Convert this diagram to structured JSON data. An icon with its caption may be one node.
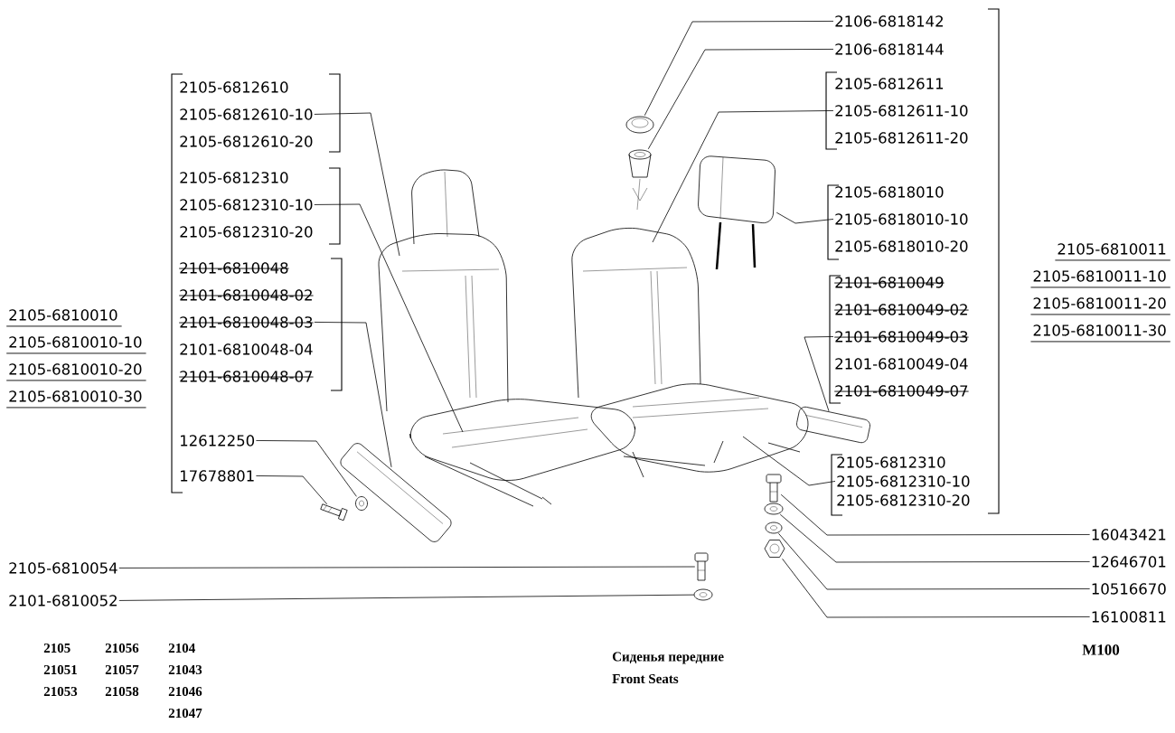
{
  "diagram": {
    "title": "Сиденья передние",
    "caption": "Front Seats",
    "nodes": [
      {
        "text": [
          "2105-6810010",
          "2105-6810010-10",
          "2105-6810010-20",
          "2105-6810010-30"
        ]
      },
      {
        "text": [
          "2105-6812610",
          "2105-6812610-10",
          "2105-6812610-20"
        ]
      },
      {
        "text": [
          "2105-6812310",
          "2105-6812310-10",
          "2105-6812310-20"
        ]
      },
      {
        "text": [
          "2101-6810048",
          "2101-6810048-02",
          "2101-6810048-03",
          "2101-6810048-04",
          "2101-6810048-07"
        ]
      },
      {
        "text": [
          "12612250"
        ]
      },
      {
        "text": [
          "17678801"
        ]
      },
      {
        "text": [
          "2105-6810011",
          "2105-6810011-10",
          "2105-6810011-20",
          "2105-6810011-30"
        ]
      },
      {
        "text": [
          "2106-6818142"
        ]
      },
      {
        "text": [
          "2106-6818144"
        ]
      },
      {
        "text": [
          "2105-6812611",
          "2105-6812611-10",
          "2105-6812611-20"
        ]
      },
      {
        "text": [
          "2105-6818010",
          "2105-6818010-10",
          "2105-6818010-20"
        ]
      },
      {
        "text": [
          "2101-6810049",
          "2101-6810049-02",
          "2101-6810049-03",
          "2101-6810049-04",
          "2101-6810049-07"
        ]
      },
      {
        "text": [
          "2105-6812310",
          "2105-6812310-10",
          "2105-6812310-20"
        ]
      },
      {
        "text": [
          "2105-6810054"
        ]
      },
      {
        "text": [
          "2101-6810052"
        ]
      },
      {
        "text": [
          "16043421"
        ]
      },
      {
        "text": [
          "12646701"
        ]
      },
      {
        "text": [
          "10516670"
        ]
      },
      {
        "text": [
          "16100811"
        ]
      },
      {
        "text": [],
        "shape": "picture"
      },
      {
        "text": [],
        "shape": "picture"
      },
      {
        "text": [],
        "shape": "picture"
      },
      {
        "text": [],
        "shape": "picture"
      },
      {
        "text": [],
        "shape": "picture"
      },
      {
        "text": [],
        "shape": "picture"
      },
      {
        "text": [],
        "shape": "picture"
      },
      {
        "text": [],
        "shape": "picture"
      },
      {
        "text": [],
        "shape": "picture"
      },
      {
        "text": [],
        "shape": "picture"
      },
      {
        "text": [],
        "shape": "picture"
      },
      {
        "text": [],
        "shape": "picture"
      },
      {
        "text": [],
        "shape": "picture"
      }
    ],
    "edges": [
      {
        "from": 1,
        "to": null,
        "arrow": "none"
      },
      {
        "from": 2,
        "to": null,
        "arrow": "none"
      },
      {
        "from": 3,
        "to": 22,
        "arrow": "none"
      },
      {
        "from": 4,
        "to": 23,
        "arrow": "none"
      },
      {
        "from": 5,
        "to": 24,
        "arrow": "none"
      },
      {
        "from": 7,
        "to": 19,
        "arrow": "none"
      },
      {
        "from": 8,
        "to": 20,
        "arrow": "none"
      },
      {
        "from": 9,
        "to": null,
        "arrow": "none"
      },
      {
        "from": 10,
        "to": 21,
        "arrow": "none"
      },
      {
        "from": 11,
        "to": 25,
        "arrow": "none"
      },
      {
        "from": 12,
        "to": null,
        "arrow": "none"
      },
      {
        "from": 13,
        "to": 26,
        "arrow": "none"
      },
      {
        "from": 14,
        "to": 27,
        "arrow": "none"
      },
      {
        "from": 15,
        "to": 28,
        "arrow": "none"
      },
      {
        "from": 16,
        "to": 29,
        "arrow": "none"
      },
      {
        "from": 17,
        "to": 30,
        "arrow": "none"
      },
      {
        "from": 18,
        "to": 31,
        "arrow": "none"
      }
    ],
    "labels": [
      "2105",
      "21056",
      "2104",
      "21051",
      "21057",
      "21043",
      "21053",
      "21058",
      "21046",
      "21047",
      "M100"
    ]
  }
}
